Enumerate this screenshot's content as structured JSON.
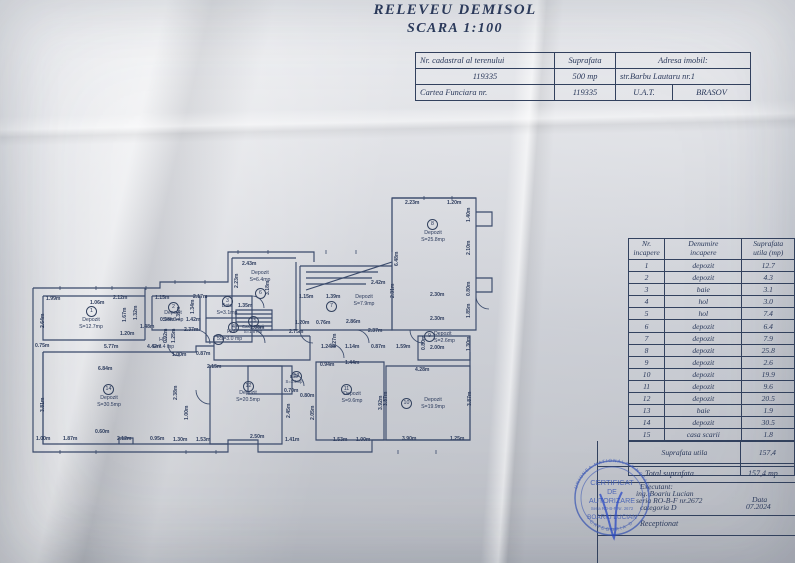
{
  "title": {
    "line1": "RELEVEU DEMISOL",
    "line2": "SCARA 1:100"
  },
  "cadastral_table": {
    "headers": {
      "nr_cadastral": "Nr. cadastral al terenului",
      "suprafata": "Suprafata",
      "adresa": "Adresa imobil:"
    },
    "rows": [
      {
        "label": "119335",
        "suprafata": "500 mp",
        "adresa": "str.Barbu Lautaru nr.1"
      },
      {
        "label": "Cartea Funciara nr.",
        "suprafata": "119335",
        "uat_label": "U.A.T.",
        "uat_value": "BRASOV"
      }
    ]
  },
  "rooms_table": {
    "headers": {
      "nr": "Nr.\nincapere",
      "nr_l1": "Nr.",
      "nr_l2": "incapere",
      "name_l1": "Denumire",
      "name_l2": "incapere",
      "area_l1": "Suprafata",
      "area_l2": "utila (mp)"
    },
    "rows": [
      {
        "nr": "1",
        "name": "depozit",
        "area": "12.7"
      },
      {
        "nr": "2",
        "name": "depozit",
        "area": "4.3"
      },
      {
        "nr": "3",
        "name": "baie",
        "area": "3.1"
      },
      {
        "nr": "4",
        "name": "hol",
        "area": "3.0"
      },
      {
        "nr": "5",
        "name": "hol",
        "area": "7.4"
      },
      {
        "nr": "6",
        "name": "depozit",
        "area": "6.4"
      },
      {
        "nr": "7",
        "name": "depozit",
        "area": "7.9"
      },
      {
        "nr": "8",
        "name": "depozit",
        "area": "25.8"
      },
      {
        "nr": "9",
        "name": "depozit",
        "area": "2.6"
      },
      {
        "nr": "10",
        "name": "depozit",
        "area": "19.9"
      },
      {
        "nr": "11",
        "name": "depozit",
        "area": "9.6"
      },
      {
        "nr": "12",
        "name": "depozit",
        "area": "20.5"
      },
      {
        "nr": "13",
        "name": "baie",
        "area": "1.9"
      },
      {
        "nr": "14",
        "name": "depozit",
        "area": "30.5"
      },
      {
        "nr": "15",
        "name": "casa scarii",
        "area": "1.8"
      }
    ],
    "summary_label": "Suprafata utila",
    "summary_value": "157,4"
  },
  "footer": {
    "total_label": "Total suprafata",
    "total_value": "157,4 mp",
    "executant_label": "Executant:",
    "executant_name": "ing. Boariu Lucian",
    "executant_seria": "seria RO-B-F nr.2672",
    "executant_categoria": "categoria D",
    "data_label": "Data",
    "data_value": "07.2024",
    "receptionat_label": "Receptionat"
  },
  "stamp": {
    "line1": "CERTIFICAT",
    "line2": "DE",
    "line3": "AUTORIZARE",
    "line4": "Seria RO-B-F Nr. 2672",
    "line5": "BOARIU LUCIAN",
    "ring_top": "UNIUNEA NATIONALA A NOTARILOR",
    "ring_bottom": "CATEGORIA D"
  },
  "plan": {
    "rooms": [
      {
        "id": "1",
        "name": "Depozit",
        "area": "S=12.7mp"
      },
      {
        "id": "2",
        "name": "Depozit",
        "area": "S=4.3mp"
      },
      {
        "id": "3",
        "name": "Baie",
        "area": "S=3.1mp"
      },
      {
        "id": "4",
        "name": "Hol",
        "area": "S=3.0 mp"
      },
      {
        "id": "5",
        "name": "Hol",
        "area": "S=7.4 mp"
      },
      {
        "id": "6",
        "name": "Depozit",
        "area": "S=6.4mp"
      },
      {
        "id": "7",
        "name": "Depozit",
        "area": "S=7.9mp"
      },
      {
        "id": "8",
        "name": "Depozit",
        "area": "S=25.8mp"
      },
      {
        "id": "9",
        "name": "Depozit",
        "area": "S=2.6mp"
      },
      {
        "id": "10",
        "name": "Depozit",
        "area": "S=19.9mp"
      },
      {
        "id": "11",
        "name": "Depozit",
        "area": "S=9.6mp"
      },
      {
        "id": "12",
        "name": "Depozit",
        "area": "S=20.5mp"
      },
      {
        "id": "13",
        "name": "Baie",
        "area": "S=1.9mp"
      },
      {
        "id": "14",
        "name": "Depozit",
        "area": "S=30.5mp"
      },
      {
        "id": "15",
        "name": "Casa Scarii",
        "area": "S=1.8 mp"
      }
    ],
    "dimensions": {
      "d_199": "1.99m",
      "d_106": "1.06m",
      "d_264": "2.64m",
      "d_075": "0.75m",
      "d_577": "5.77m",
      "d_167": "1.67m",
      "d_212a": "2.12m",
      "d_132": "1.32m",
      "d_120a": "1.20m",
      "d_148": "1.48m",
      "d_115": "1.15m",
      "d_131": "1.31m",
      "d_217": "2.17m",
      "d_134": "1.34m",
      "d_058": "0.58m",
      "d_142": "1.42m",
      "d_237a": "2.37m",
      "d_125": "1.25m",
      "d_092": "0.92m",
      "d_100a": "1.00m",
      "d_684": "6.84m",
      "d_381": "3.81m",
      "d_100b": "1.00m",
      "d_187": "1.87m",
      "d_060": "0.60m",
      "d_212b": "2.12m",
      "d_095": "0.95m",
      "d_130a": "1.30m",
      "d_238": "2.38m",
      "d_100c": "1.00m",
      "d_153a": "1.53m",
      "d_243": "2.43m",
      "d_223a": "2.23m",
      "d_318": "3.18m",
      "d_135": "1.35m",
      "d_106b": "1.06m",
      "d_442": "4.42m",
      "d_215": "2.15m",
      "d_087a": "0.87m",
      "d_139": "1.39m",
      "d_242": "2.42m",
      "d_231": "2.31m",
      "d_286": "2.86m",
      "d_237b": "2.37m",
      "d_275": "2.75m",
      "d_120b": "1.20m",
      "d_076": "0.76m",
      "d_127": "1.27m",
      "d_124": "1.24m",
      "d_114": "1.14m",
      "d_087b": "0.87m",
      "d_159": "1.59m",
      "d_094": "0.94m",
      "d_144": "1.44m",
      "d_392": "3.92m",
      "d_387a": "3.87m",
      "d_153b": "1.53m",
      "d_100d": "1.00m",
      "d_250": "2.50m",
      "d_141": "1.41m",
      "d_245": "2.45m",
      "d_205": "2.05m",
      "d_070": "0.70m",
      "d_080": "0.80m",
      "d_223b": "2.23m",
      "d_120c": "1.20m",
      "d_140": "1.40m",
      "d_648": "6.48m",
      "d_210": "2.10m",
      "d_080b": "0.80m",
      "d_230a": "2.30m",
      "d_185": "1.85m",
      "d_230b": "2.30m",
      "d_200": "2.00m",
      "d_130b": "1.30m",
      "d_080c": "0.80m",
      "d_428": "4.28m",
      "d_387b": "3.87m",
      "d_390": "3.90m",
      "d_125b": "1.25m",
      "d_125c": "1.25m"
    }
  }
}
